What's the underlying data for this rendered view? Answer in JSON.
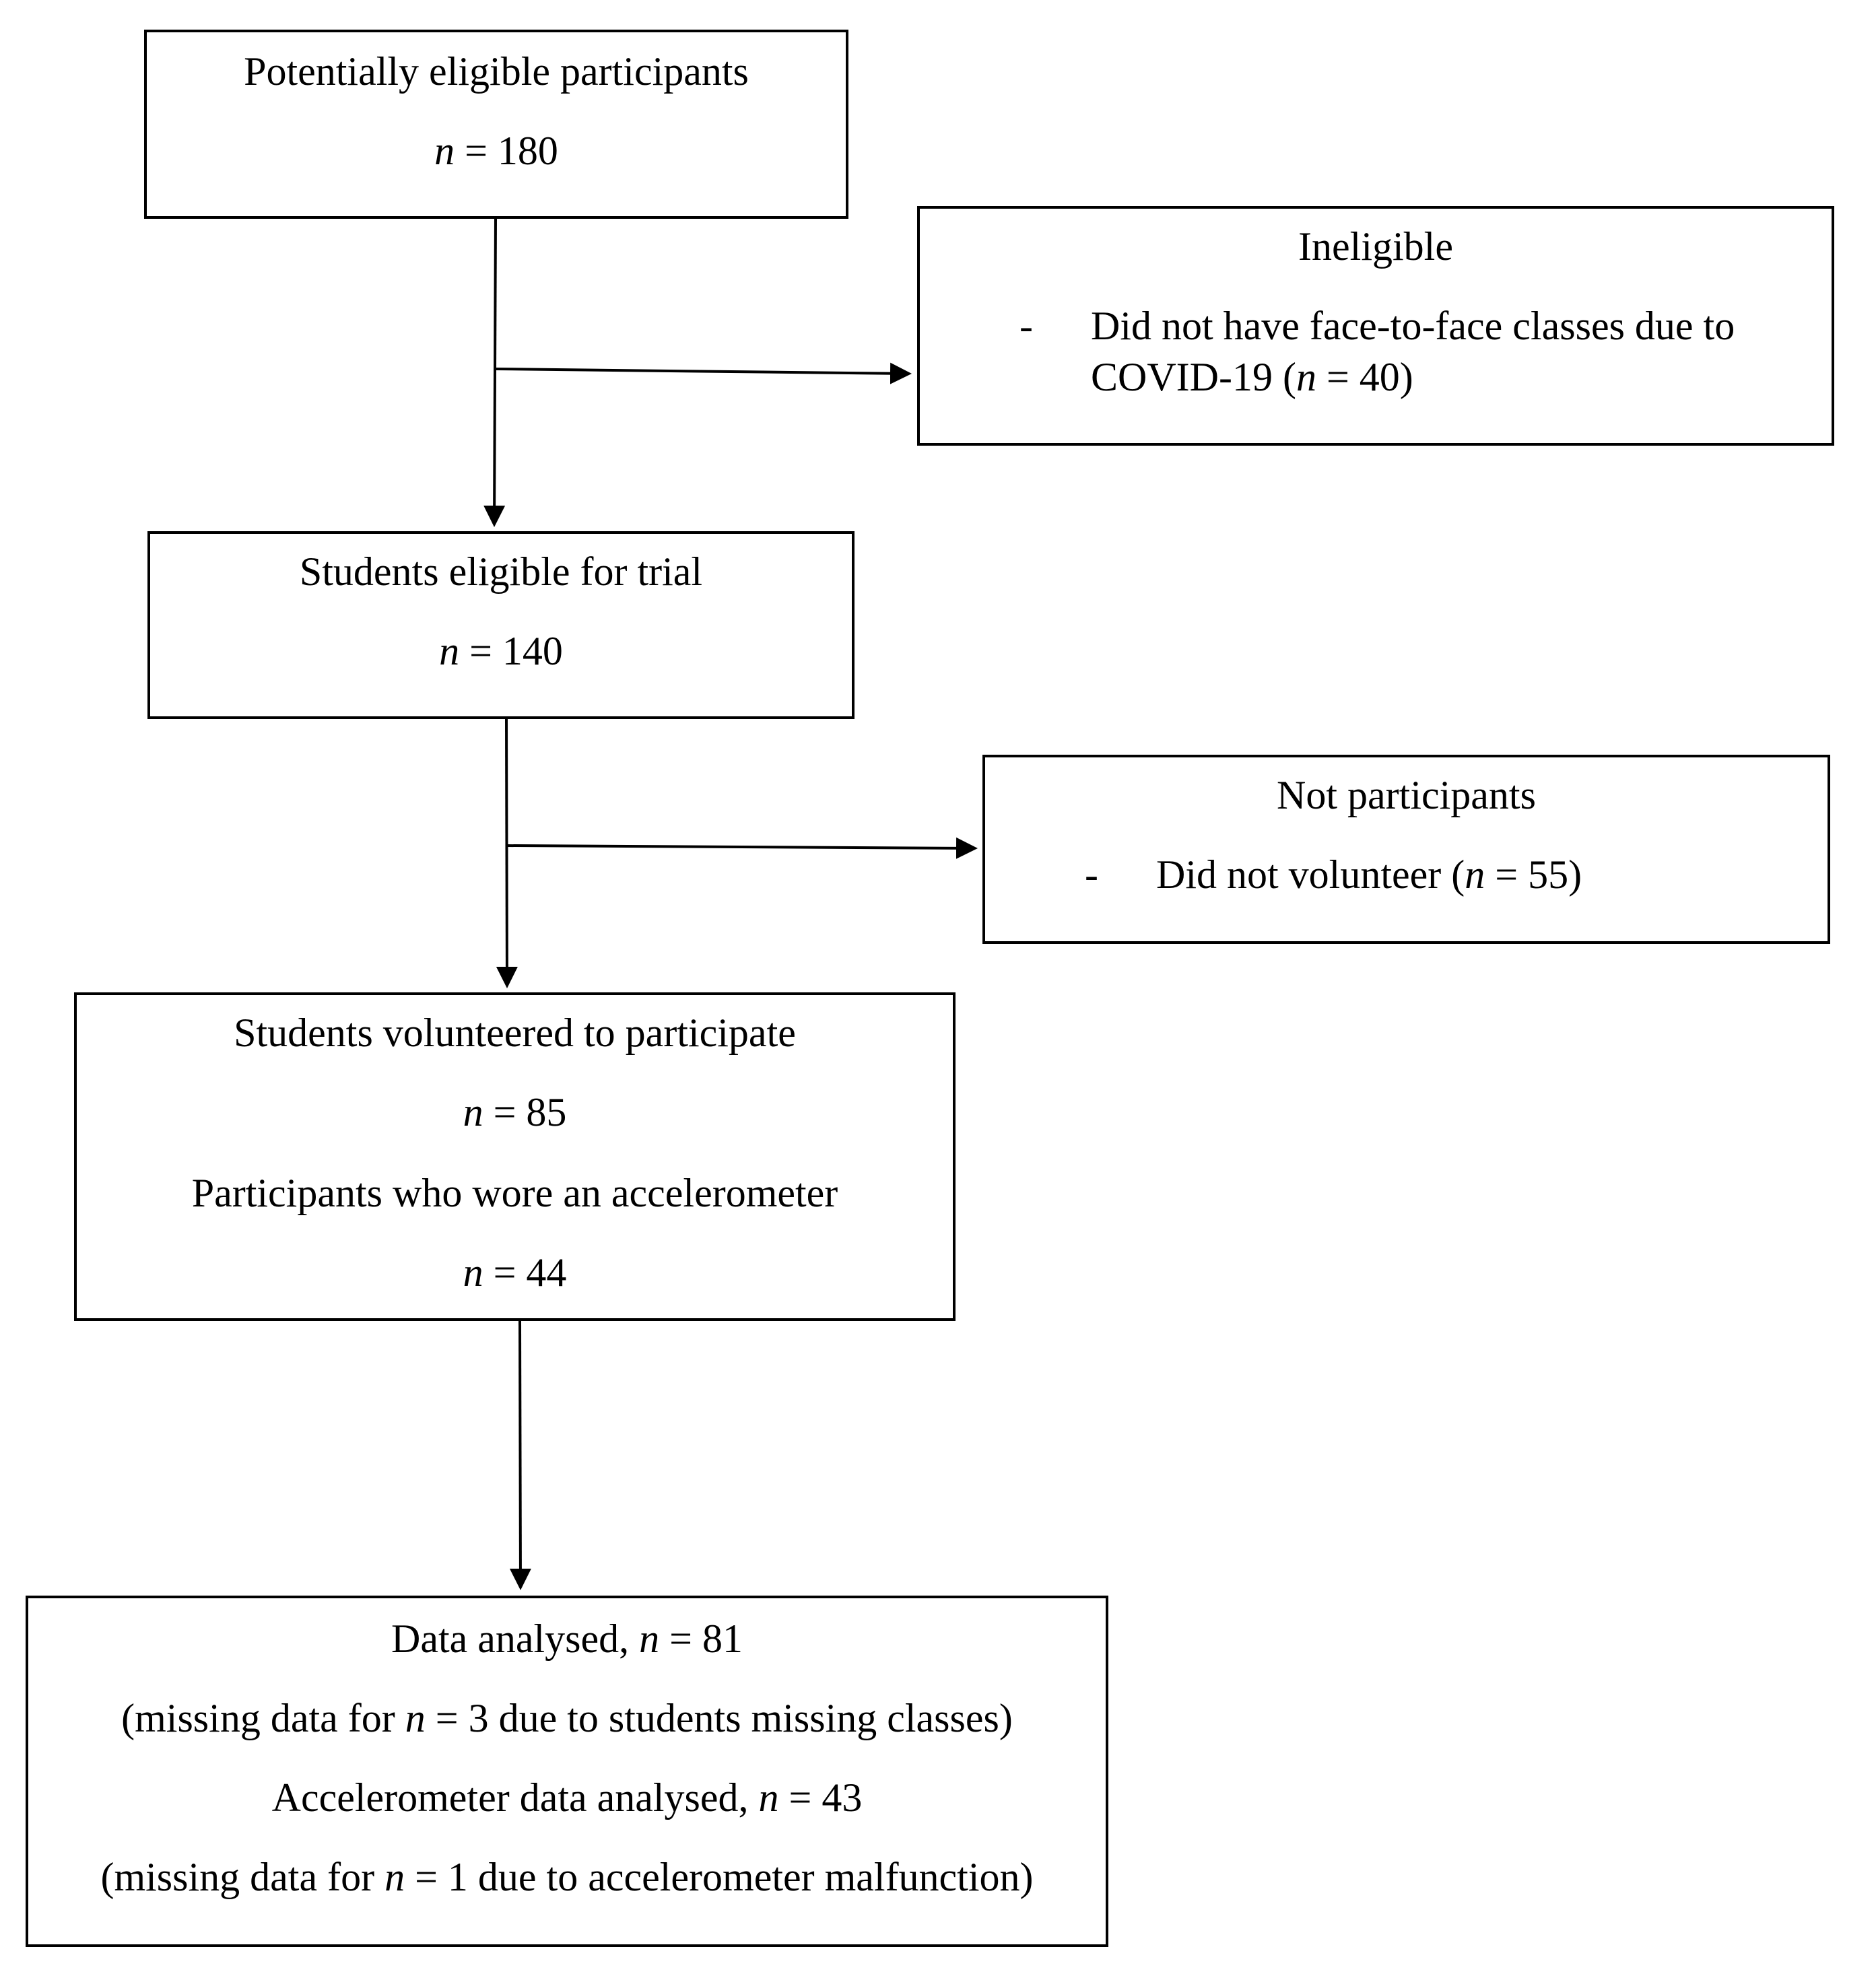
{
  "nodes": {
    "potentially_eligible": {
      "title": "Potentially eligible participants",
      "count_var": "n",
      "count_rest": " = 180"
    },
    "ineligible": {
      "title": "Ineligible",
      "bullet": "-",
      "reason_line1": "Did not have face-to-face classes due to",
      "reason_line2_pre": "COVID-19 (",
      "reason_line2_var": "n",
      "reason_line2_post": " = 40)"
    },
    "eligible": {
      "title": "Students eligible for trial",
      "count_var": "n",
      "count_rest": " = 140"
    },
    "not_participants": {
      "title": "Not participants",
      "bullet": "-",
      "reason_pre": "Did not volunteer (",
      "reason_var": "n",
      "reason_post": " = 55)"
    },
    "volunteered": {
      "title": "Students volunteered to participate",
      "count_var": "n",
      "count_rest": " = 85",
      "subtitle": "Participants who wore an accelerometer",
      "sub_count_var": "n",
      "sub_count_rest": " = 44"
    },
    "analysed": {
      "line1_pre": "Data analysed, ",
      "line1_var": "n",
      "line1_post": " = 81",
      "line2_pre": "(missing data for ",
      "line2_var": "n",
      "line2_post": " = 3 due to students missing classes)",
      "line3_pre": "Accelerometer data analysed, ",
      "line3_var": "n",
      "line3_post": " = 43",
      "line4_pre": "(missing data for ",
      "line4_var": "n",
      "line4_post": " = 1 due to accelerometer malfunction)"
    }
  }
}
